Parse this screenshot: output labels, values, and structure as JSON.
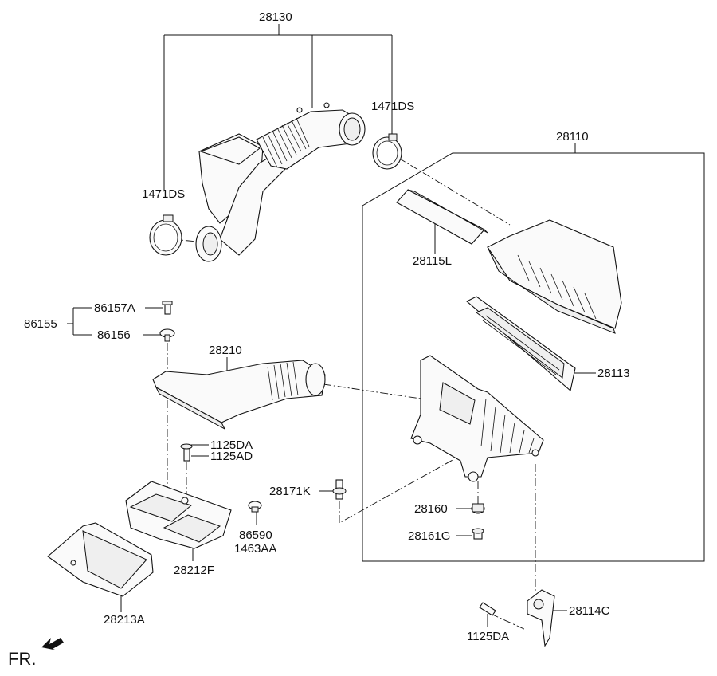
{
  "labels": {
    "p28130": "28130",
    "p1471DS_top": "1471DS",
    "p28110": "28110",
    "p1471DS_left": "1471DS",
    "p28115L": "28115L",
    "p86157A": "86157A",
    "p86155": "86155",
    "p86156": "86156",
    "p28210": "28210",
    "p28113": "28113",
    "p1125DA_mid": "1125DA",
    "p1125AD": "1125AD",
    "p28171K": "28171K",
    "p28160": "28160",
    "p86590": "86590",
    "p1463AA": "1463AA",
    "p28161G": "28161G",
    "p28212F": "28212F",
    "p28213A": "28213A",
    "p28114C": "28114C",
    "p1125DA_bottom": "1125DA",
    "fr": "FR."
  }
}
